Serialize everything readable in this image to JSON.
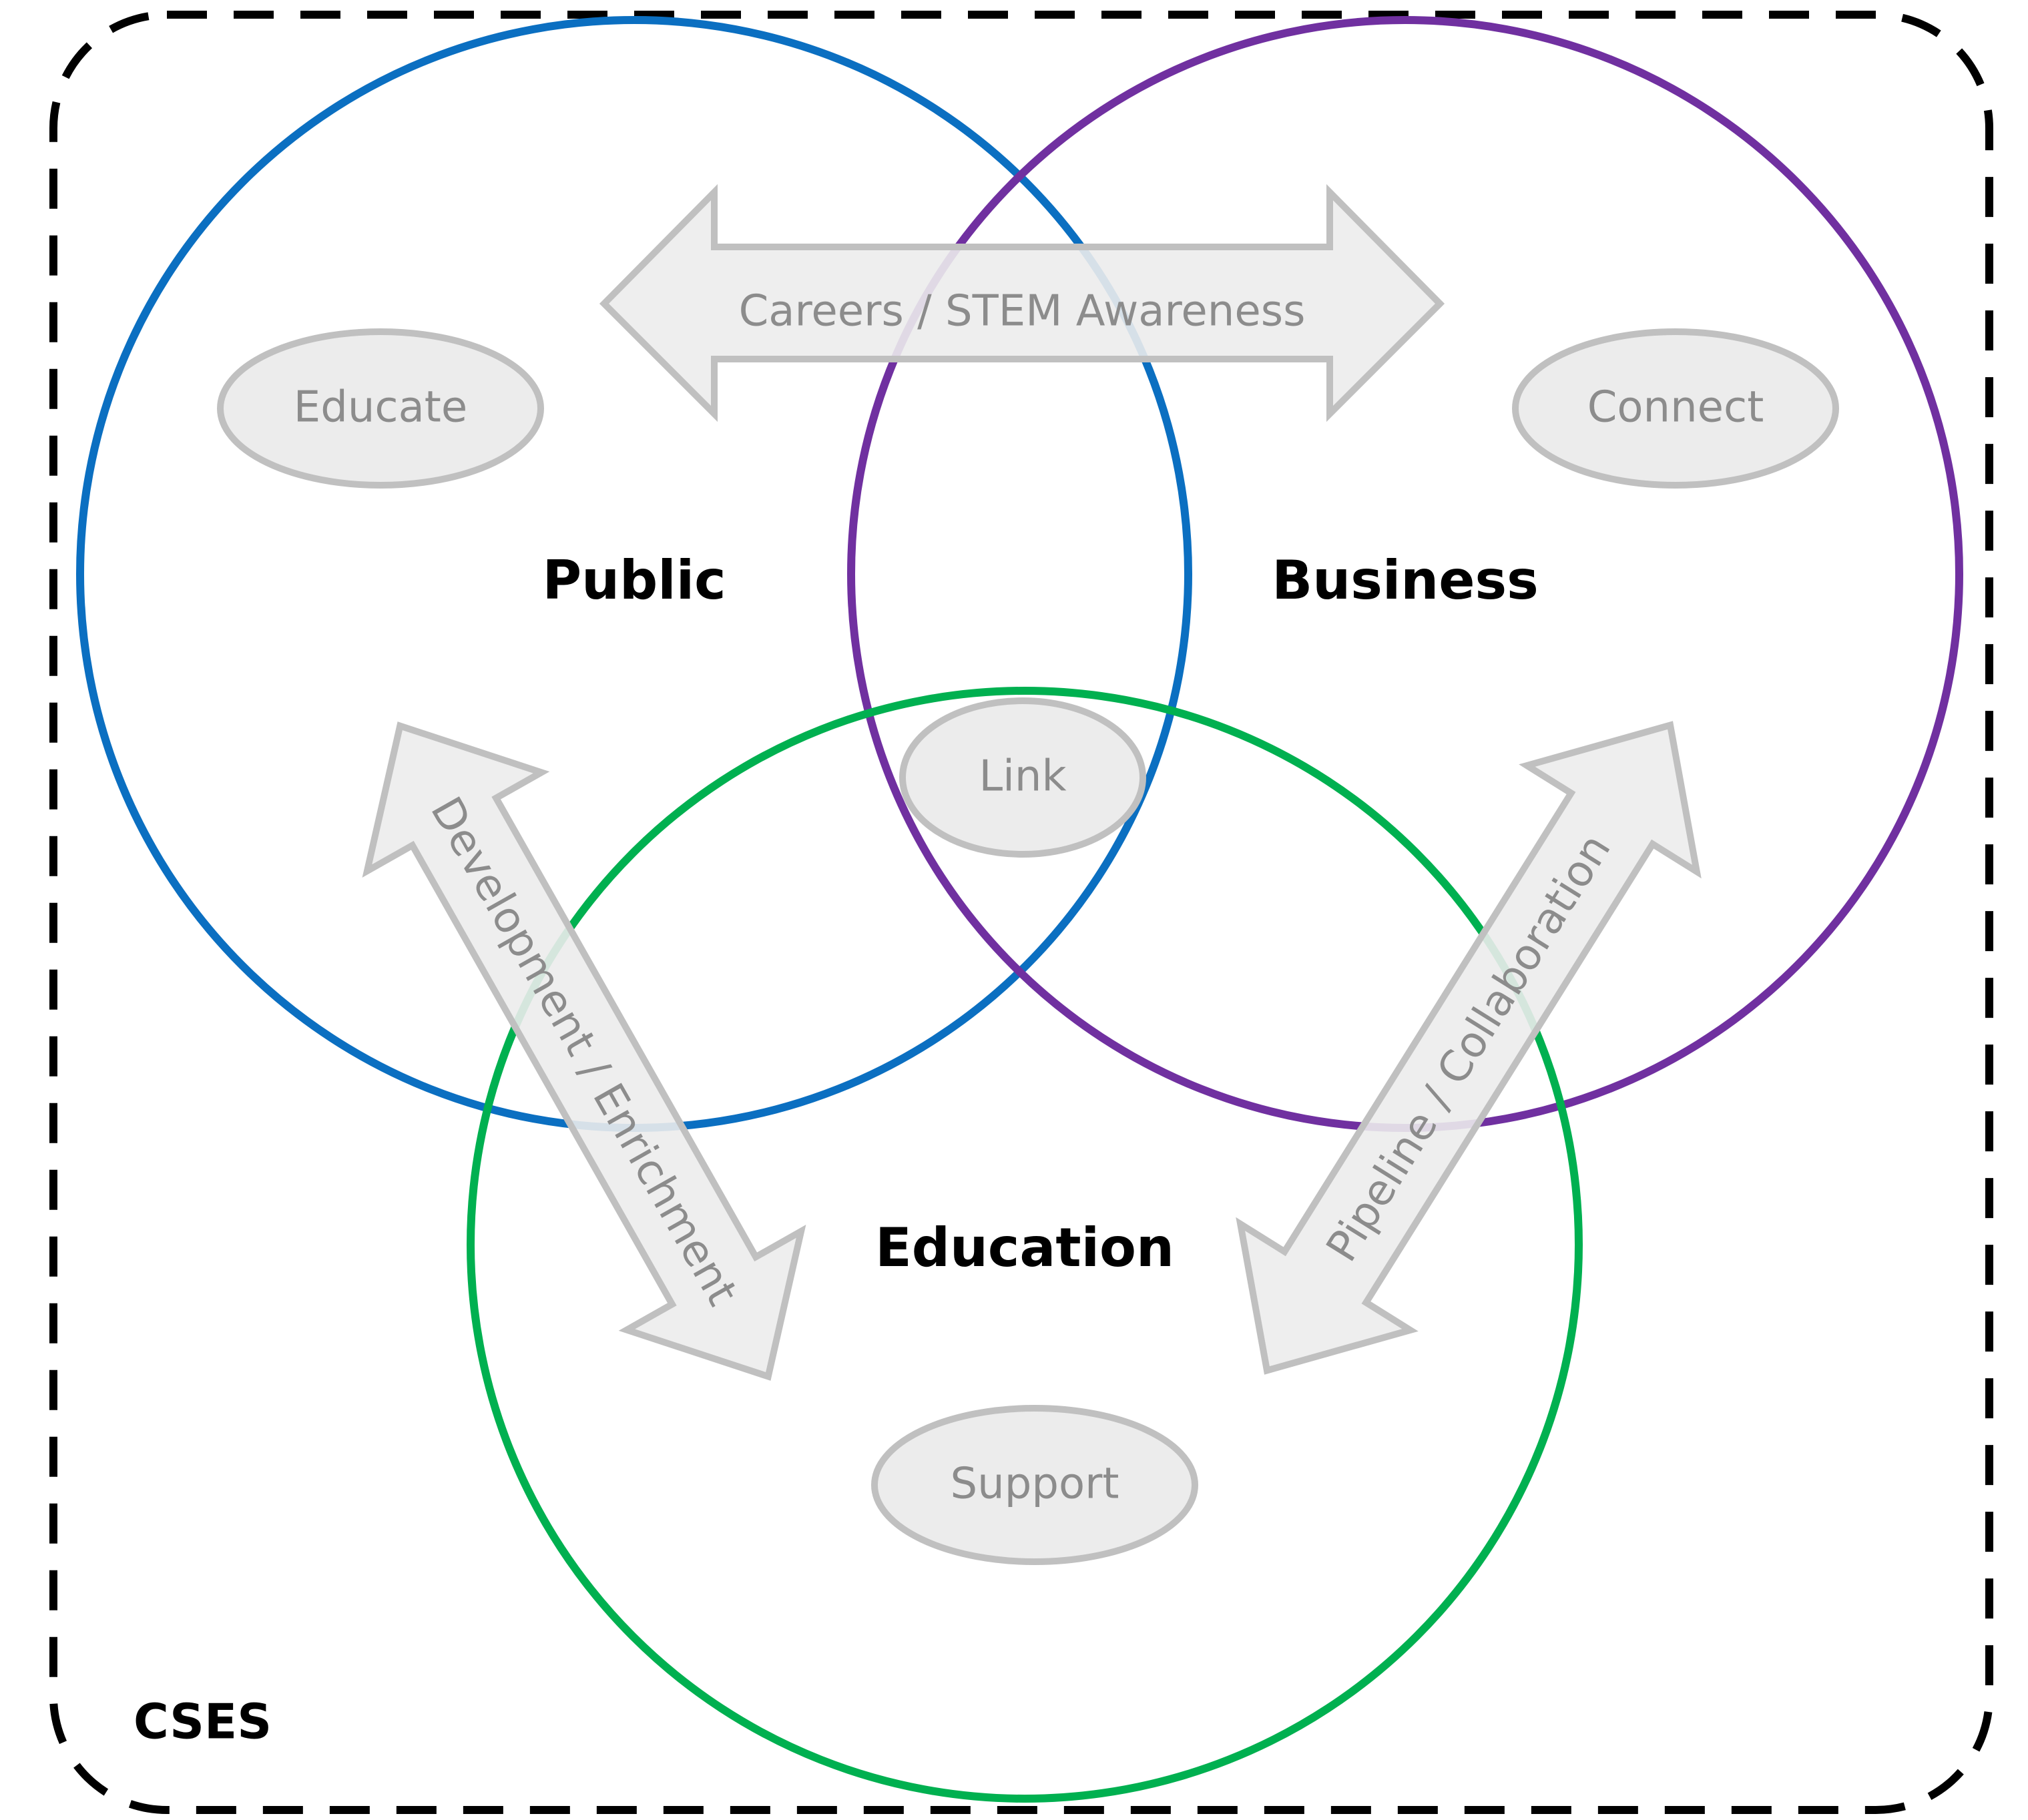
{
  "frame": {
    "label": "CSES",
    "border_color": "#000000"
  },
  "groups": {
    "public": {
      "label": "Public",
      "color": "#0b6fc1"
    },
    "business": {
      "label": "Business",
      "color": "#7030a0"
    },
    "education": {
      "label": "Education",
      "color": "#00b050"
    }
  },
  "roles": {
    "educate": "Educate",
    "connect": "Connect",
    "link": "Link",
    "support": "Support"
  },
  "flows": {
    "careers": "Careers / STEM Awareness",
    "development": "Development / Enrichment",
    "pipeline": "Pipeline / Collaboration"
  }
}
